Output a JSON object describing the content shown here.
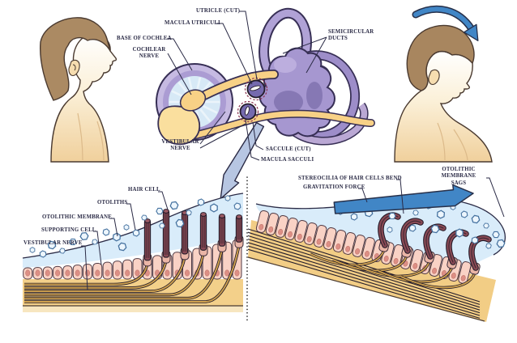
{
  "overview": {
    "labels": {
      "utricle_cut": "UTRICLE (CUT)",
      "macula_utriculi": "MACULA UTRICULI",
      "base_of_cochlea": "BASE OF COCHLEA",
      "cochlear_nerve": "COCHLEAR NERVE",
      "semicircular_ducts": "SEMICIRCULAR DUCTS",
      "vestibular_nerve": "VESTIBULAR NERVE",
      "saccule_cut": "SACCULE (CUT)",
      "macula_sacculi": "MACULA SACCULI"
    }
  },
  "flat_macula_panel": {
    "labels": {
      "hair_cell": "HAIR CELL",
      "otoliths": "OTOLITHS",
      "otolithic_membrane": "OTOLITHIC MEMBRANE",
      "supporting_cell": "SUPPORTING CELL",
      "vestibular_nerve": "VESTIBULAR NERVE"
    }
  },
  "tilted_macula_panel": {
    "labels": {
      "stereocilia_bend": "STEREOCILIA OF HAIR CELLS BEND",
      "gravitation_force": "GRAVITATION FORCE",
      "otolithic_membrane_sags": "OTOLITHIC MEMBRANE SAGS"
    }
  },
  "colors": {
    "label_text": "#2a2a45",
    "outline": "#372f55",
    "duct_purple": "#a697d0",
    "nerve_yellow": "#f8d186",
    "fluid_blue": "#d9ecfa",
    "cell_pink": "#f9d2c5",
    "arrow_blue": "#4186c6",
    "hair_brown": "#ab8a63",
    "skin": "#f2d19e"
  }
}
